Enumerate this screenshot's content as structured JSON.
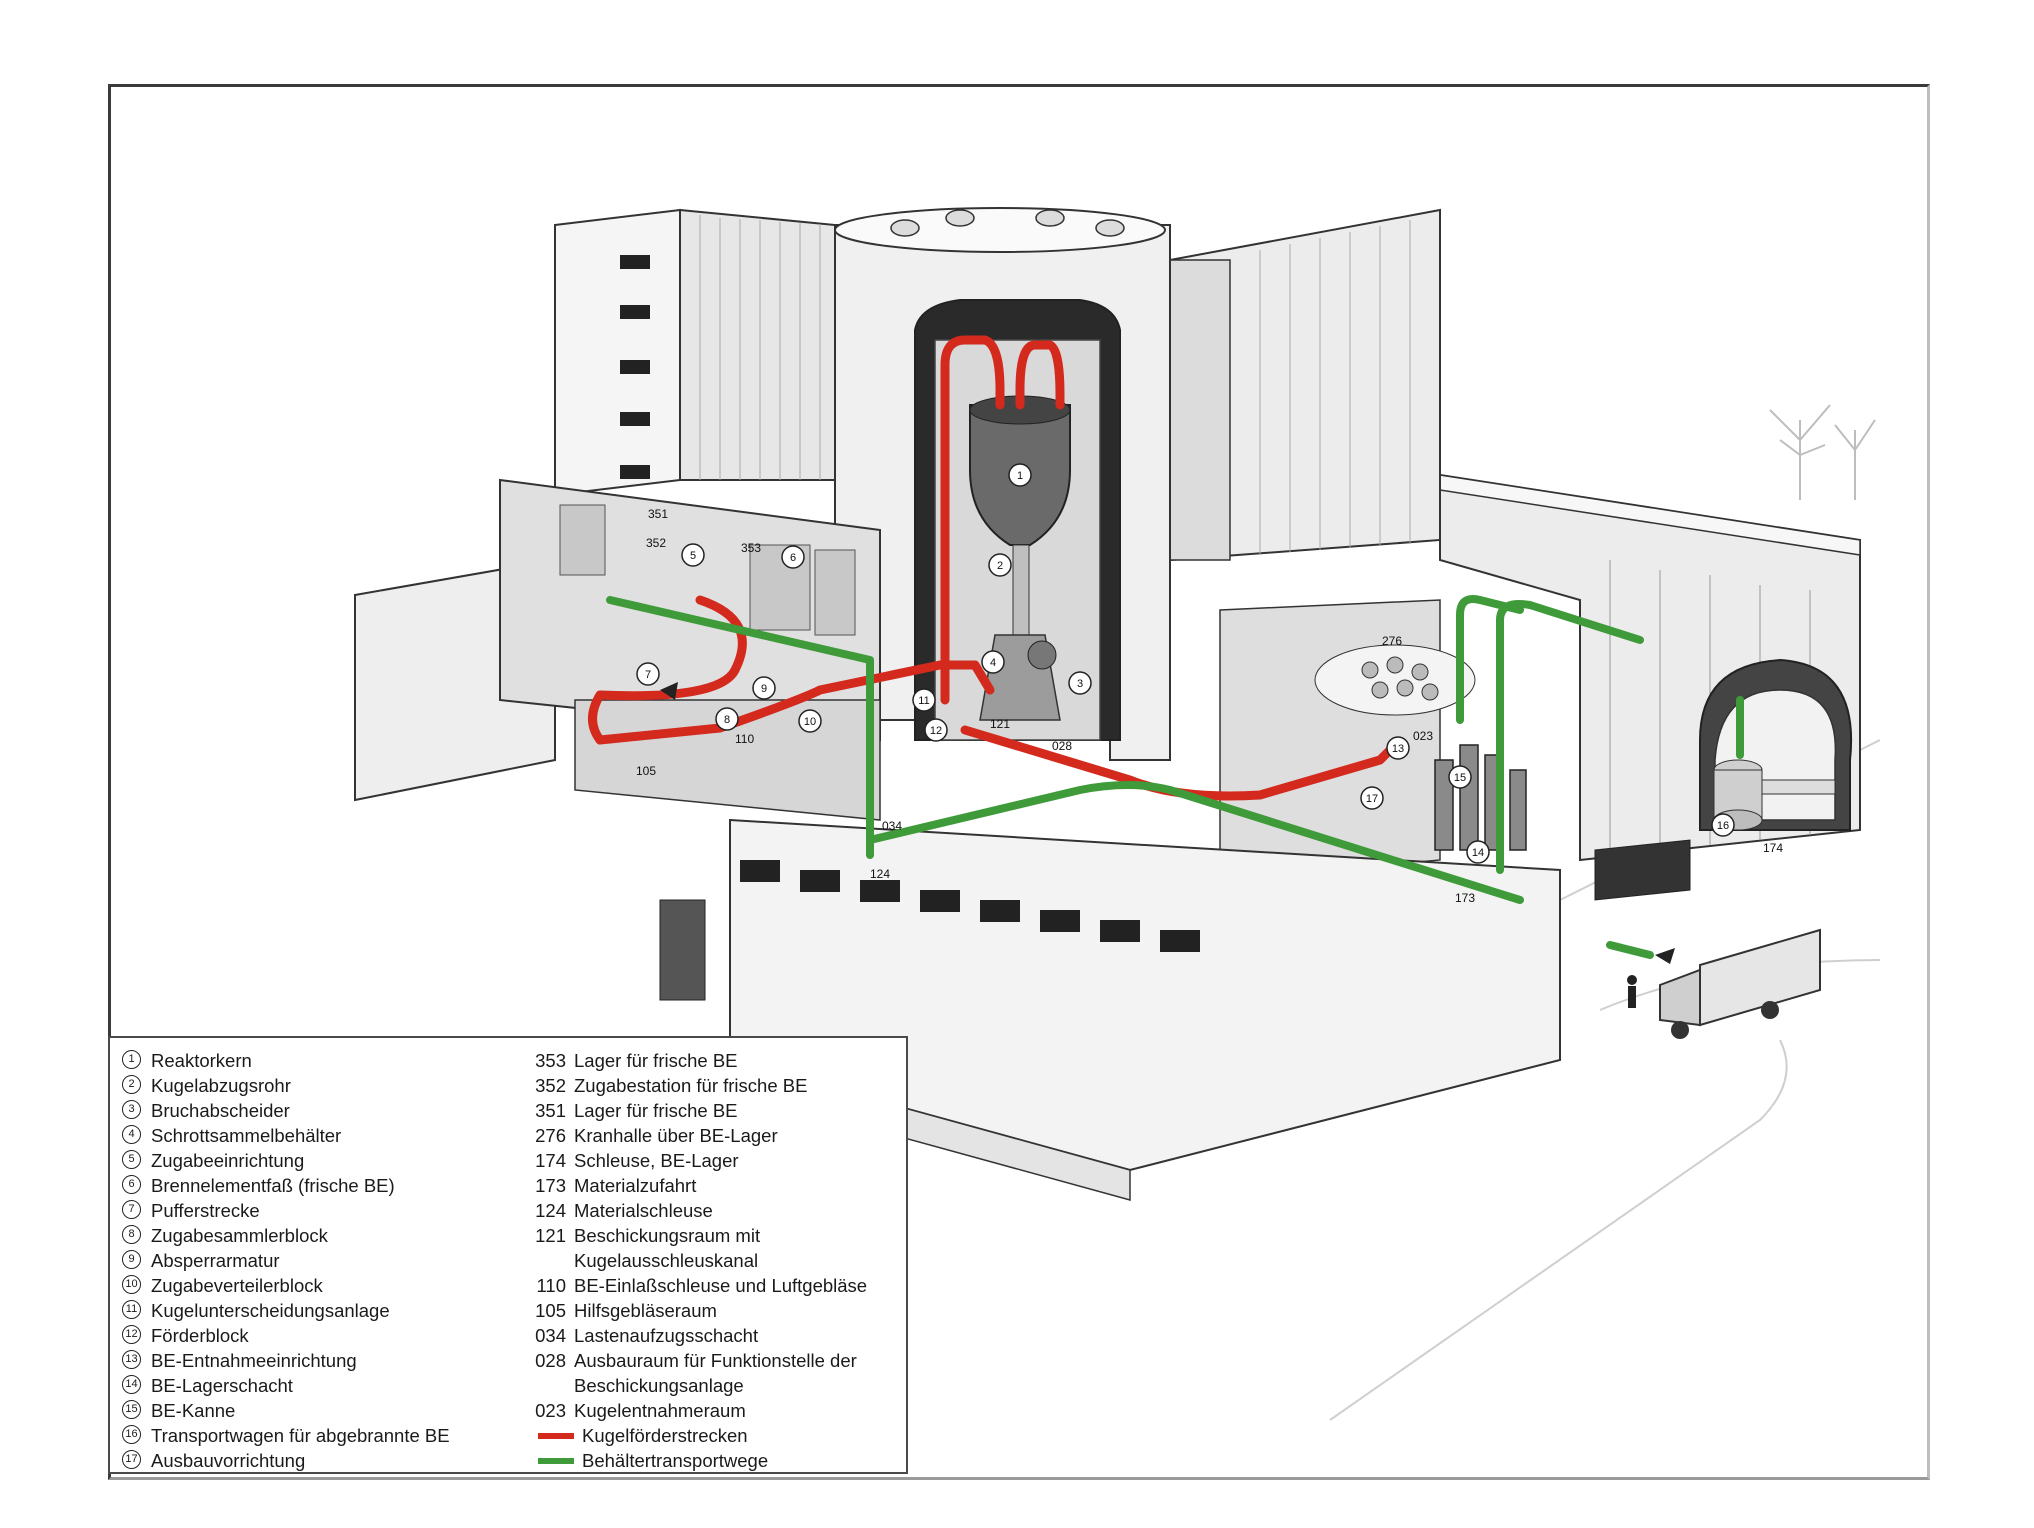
{
  "legend": {
    "components": [
      {
        "num": "1",
        "label": "Reaktorkern"
      },
      {
        "num": "2",
        "label": "Kugelabzugsrohr"
      },
      {
        "num": "3",
        "label": "Bruchabscheider"
      },
      {
        "num": "4",
        "label": "Schrottsammelbehälter"
      },
      {
        "num": "5",
        "label": "Zugabeeinrichtung"
      },
      {
        "num": "6",
        "label": "Brennelementfaß (frische BE)"
      },
      {
        "num": "7",
        "label": "Pufferstrecke"
      },
      {
        "num": "8",
        "label": "Zugabesammlerblock"
      },
      {
        "num": "9",
        "label": "Absperrarmatur"
      },
      {
        "num": "10",
        "label": "Zugabeverteilerblock"
      },
      {
        "num": "11",
        "label": "Kugelunterscheidungsanlage"
      },
      {
        "num": "12",
        "label": "Förderblock"
      },
      {
        "num": "13",
        "label": "BE-Entnahmeeinrichtung"
      },
      {
        "num": "14",
        "label": "BE-Lagerschacht"
      },
      {
        "num": "15",
        "label": "BE-Kanne"
      },
      {
        "num": "16",
        "label": "Transportwagen für abgebrannte BE"
      },
      {
        "num": "17",
        "label": "Ausbauvorrichtung"
      }
    ],
    "rooms": [
      {
        "code": "353",
        "label": "Lager für frische BE"
      },
      {
        "code": "352",
        "label": "Zugabestation für frische BE"
      },
      {
        "code": "351",
        "label": "Lager für frische BE"
      },
      {
        "code": "276",
        "label": "Kranhalle über BE-Lager"
      },
      {
        "code": "174",
        "label": "Schleuse, BE-Lager"
      },
      {
        "code": "173",
        "label": "Materialzufahrt"
      },
      {
        "code": "124",
        "label": "Materialschleuse"
      },
      {
        "code": "121",
        "label": "Beschickungsraum mit Kugelausschleuskanal"
      },
      {
        "code": "110",
        "label": "BE-Einlaßschleuse und Luftgebläse"
      },
      {
        "code": "105",
        "label": "Hilfsgebläseraum"
      },
      {
        "code": "034",
        "label": "Lastenaufzugsschacht"
      },
      {
        "code": "028",
        "label": "Ausbauraum für Funktionstelle der Beschickungsanlage"
      },
      {
        "code": "023",
        "label": "Kugelentnahmeraum"
      }
    ],
    "lines": [
      {
        "color": "#d42a1e",
        "label": "Kugelförderstrecken"
      },
      {
        "color": "#3f9a3a",
        "label": "Behältertransportwege"
      }
    ]
  },
  "diagram_labels": {
    "r351": "351",
    "r352": "352",
    "r353": "353",
    "r276": "276",
    "r174": "174",
    "r173": "173",
    "r124": "124",
    "r121": "121",
    "r110": "110",
    "r105": "105",
    "r034": "034",
    "r028": "028",
    "r023": "023",
    "m1": "1",
    "m2": "2",
    "m3": "3",
    "m4": "4",
    "m5": "5",
    "m6": "6",
    "m7": "7",
    "m8": "8",
    "m9": "9",
    "m10": "10",
    "m11": "11",
    "m12": "12",
    "m13": "13",
    "m14": "14",
    "m15": "15",
    "m16": "16",
    "m17": "17"
  },
  "colors": {
    "red_path": "#d42a1e",
    "green_path": "#3f9a3a"
  }
}
